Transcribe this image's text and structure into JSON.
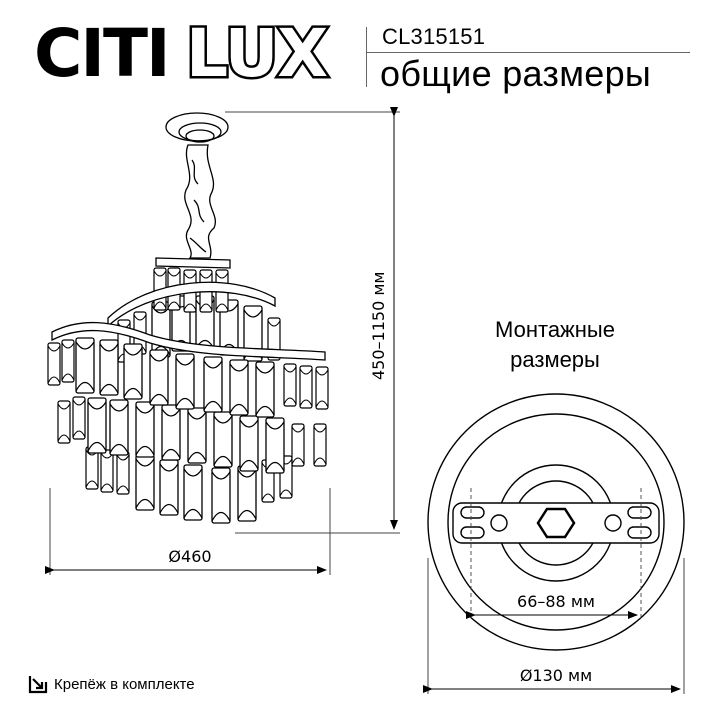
{
  "header": {
    "brand_bold": "CITI",
    "brand_outline": "LUX",
    "model": "CL315151",
    "title": "общие размеры"
  },
  "main_drawing": {
    "label": "chandelier-side-view",
    "diameter_label": "Ø460",
    "height_label": "450–1150 мм"
  },
  "mounting": {
    "title_line1": "Монтажные",
    "title_line2": "размеры",
    "hole_spacing_label": "66–88 мм",
    "diameter_label": "Ø130 мм"
  },
  "footer": {
    "icon": "fastener-included-icon",
    "fastener_text": "Крепёж в комплекте"
  },
  "colors": {
    "line": "#000000",
    "dim_line": "#444444",
    "background": "#ffffff"
  }
}
